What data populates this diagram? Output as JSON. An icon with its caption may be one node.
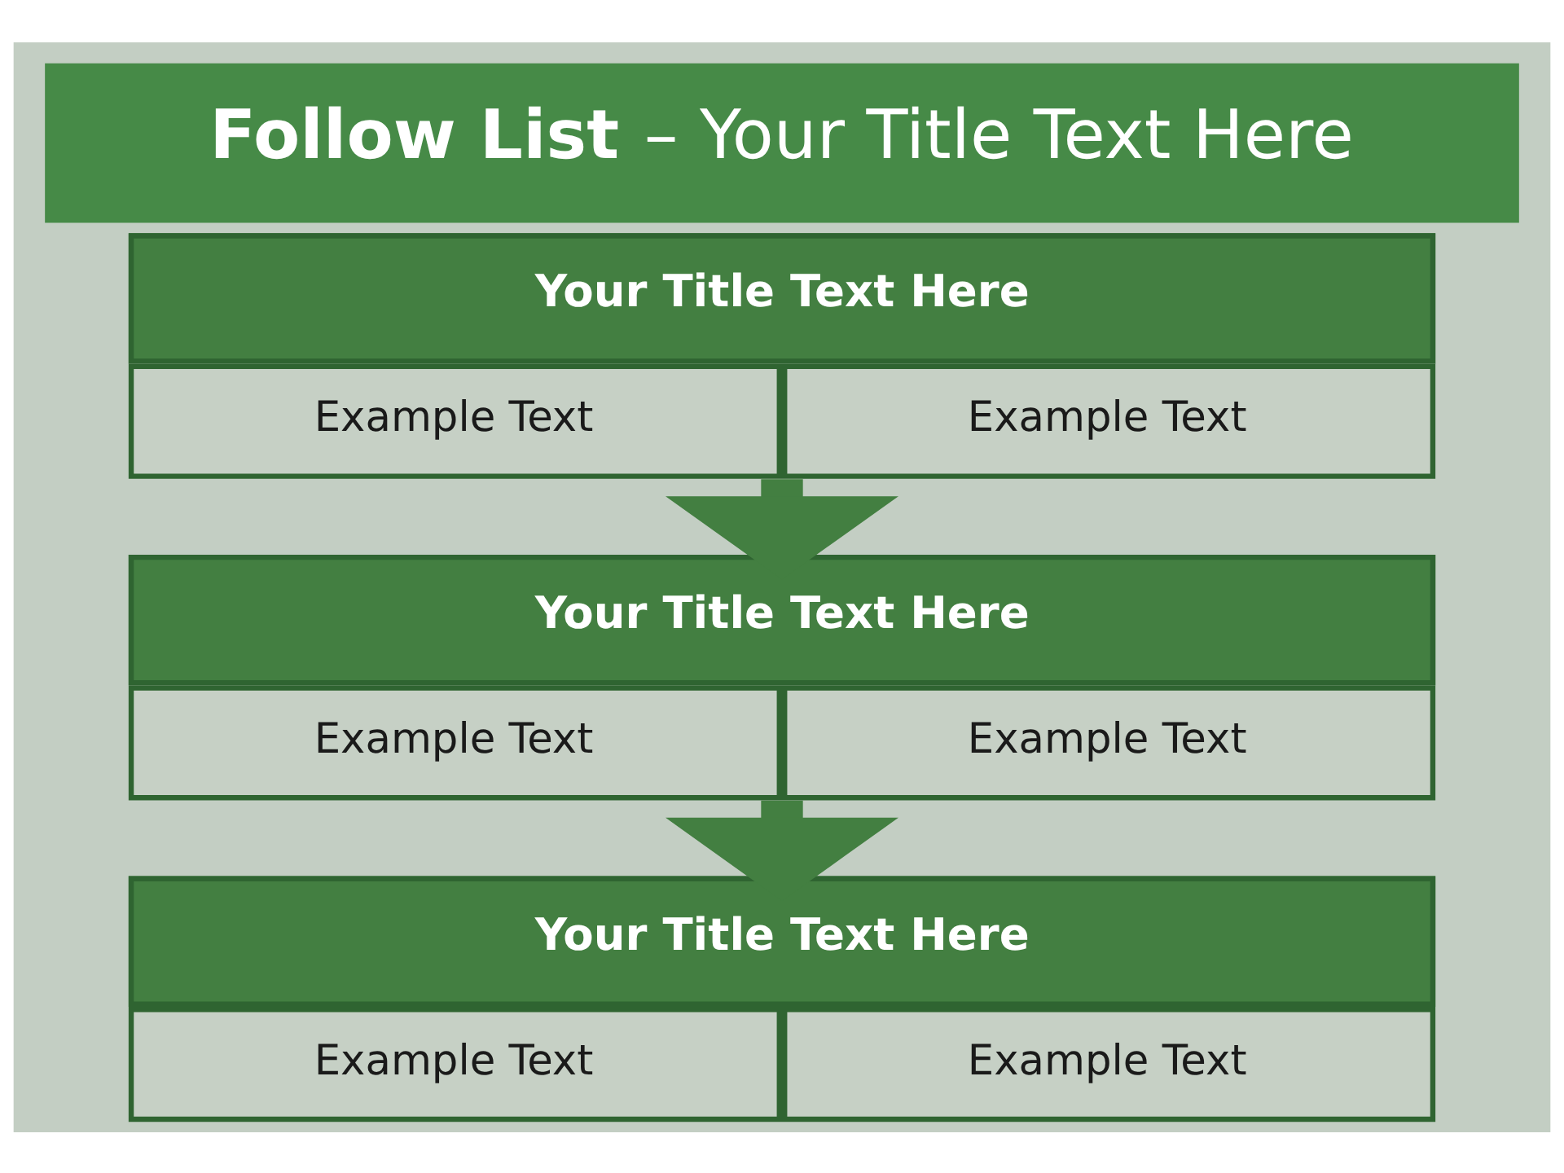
{
  "diagram": {
    "title": "**Follow List** – Your Title Text Here",
    "nodes": [
      {
        "text": [
          "Your Title Text Here",
          "Example Text",
          "Example Text"
        ]
      },
      {
        "text": [
          "Your Title Text Here",
          "Example Text",
          "Example Text"
        ]
      },
      {
        "text": [
          "Your Title Text Here",
          "Example Text",
          "Example Text"
        ]
      }
    ],
    "edges": [
      {
        "from": 0,
        "to": 1,
        "arrow": "to"
      },
      {
        "from": 1,
        "to": 2,
        "arrow": "to"
      }
    ]
  }
}
